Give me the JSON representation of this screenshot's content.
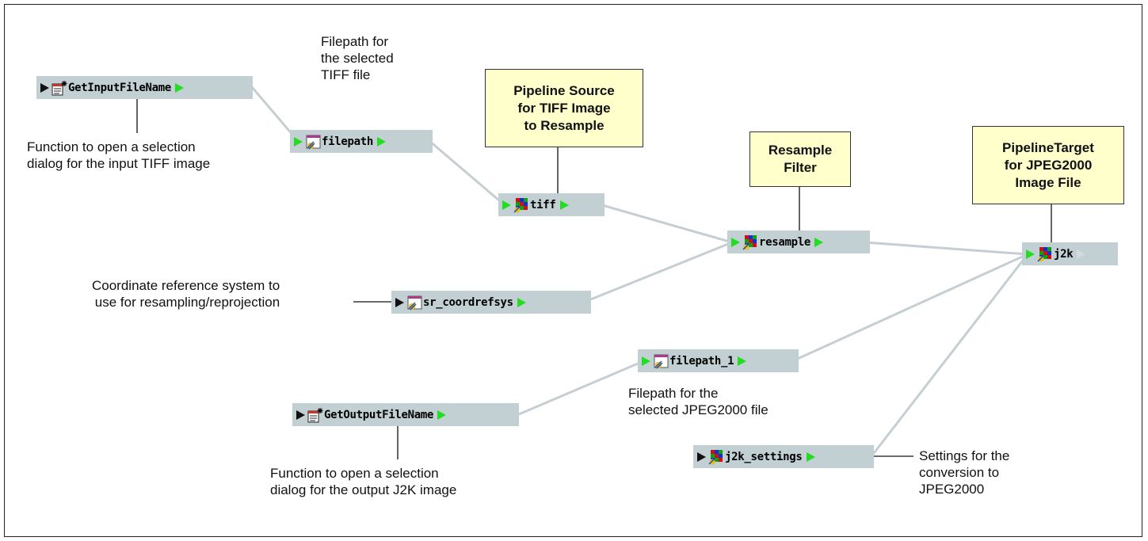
{
  "colors": {
    "node_bg": "#c2cfd3",
    "port_active": "#22dd22",
    "port_inactive": "#d4dadc",
    "wire": "#c5cfd3",
    "callout_bg": "#ffffcc"
  },
  "nodes": {
    "get_input_file_name": "GetInputFileName",
    "filepath": "filepath",
    "tiff": "tiff",
    "resample": "resample",
    "j2k": "j2k",
    "sr_coordrefsys": "sr_coordrefsys",
    "filepath_1": "filepath_1",
    "get_output_file_name": "GetOutputFileName",
    "j2k_settings": "j2k_settings"
  },
  "callouts": {
    "pipeline_source": [
      "Pipeline Source",
      "for TIFF Image",
      "to Resample"
    ],
    "resample_filter": [
      "Resample",
      "Filter"
    ],
    "pipeline_target": [
      "PipelineTarget",
      "for JPEG2000",
      "Image File"
    ]
  },
  "notes": {
    "filepath_note": [
      "Filepath for",
      "the selected",
      "TIFF file"
    ],
    "input_fn_note": [
      "Function to open a selection",
      "dialog for the input TIFF image"
    ],
    "crs_note": [
      "Coordinate reference system to",
      "use for resampling/reprojection"
    ],
    "filepath1_note": [
      "Filepath for the",
      "selected JPEG2000 file"
    ],
    "output_fn_note": [
      "Function to open a selection",
      "dialog for the output J2K image"
    ],
    "settings_note": [
      "Settings for the",
      "conversion to",
      "JPEG2000"
    ]
  },
  "icons": {
    "function": "function-sheet-icon",
    "string": "string-window-icon",
    "raster": "raster-grid-icon"
  }
}
